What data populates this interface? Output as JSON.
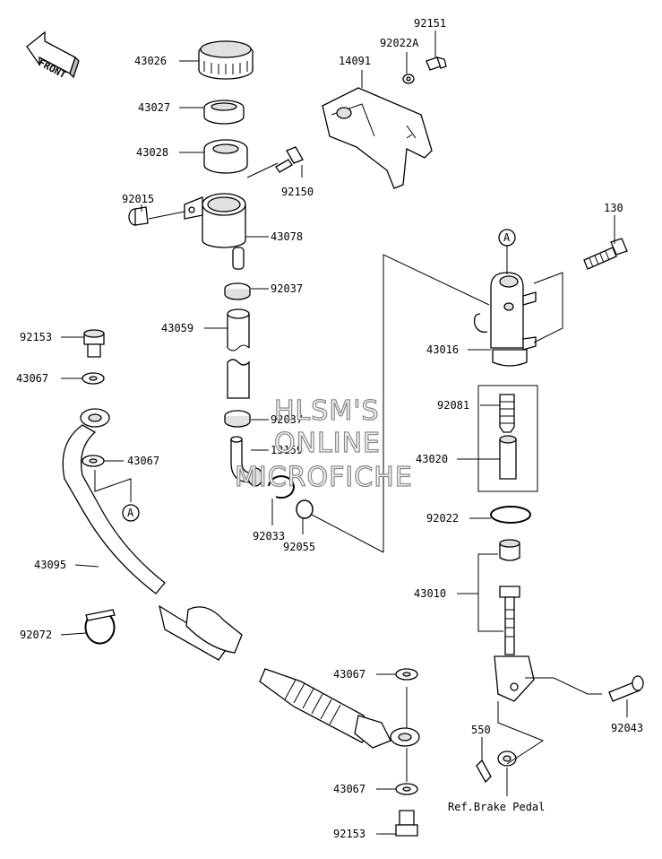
{
  "front_arrow": {
    "label": "FRONT"
  },
  "watermark": {
    "line1": "HLSM'S",
    "line2": "ONLINE",
    "line3": "MICROFICHE"
  },
  "labels": {
    "p43026": "43026",
    "p43027": "43027",
    "p43028": "43028",
    "p92150": "92150",
    "p92015": "92015",
    "p43078": "43078",
    "p92037a": "92037",
    "p43059": "43059",
    "p92037b": "92037",
    "p13159": "13159",
    "p92033": "92033",
    "p92055": "92055",
    "p14091": "14091",
    "p92022A": "92022A",
    "p92151": "92151",
    "p130": "130",
    "p43016": "43016",
    "p92081": "92081",
    "p43020": "43020",
    "p92022": "92022",
    "p43010": "43010",
    "p92043": "92043",
    "p550": "550",
    "ref_brake_pedal": "Ref.Brake Pedal",
    "p92153a": "92153",
    "p43067a": "43067",
    "p43067b": "43067",
    "p43095": "43095",
    "p92072": "92072",
    "p43067c": "43067",
    "p43067d": "43067",
    "p92153b": "92153",
    "ref_a_left": "A",
    "ref_a_right": "A"
  },
  "colors": {
    "ink": "#000000",
    "watermark_outline": "#8a8a8a"
  }
}
